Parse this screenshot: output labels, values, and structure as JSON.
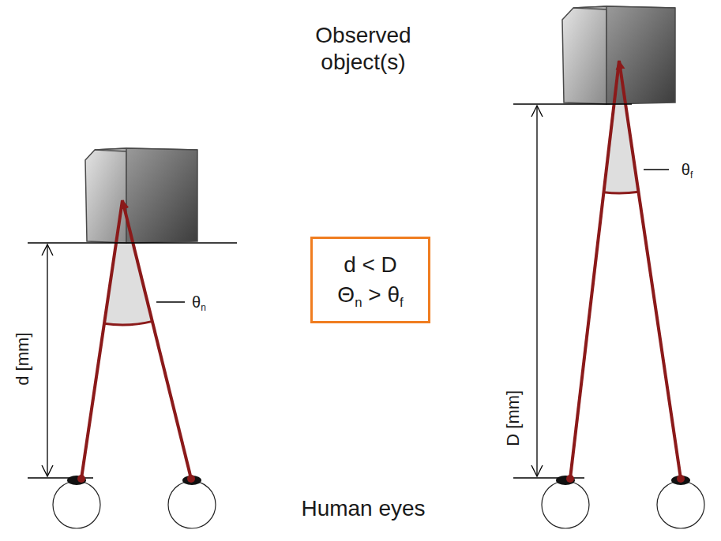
{
  "diagram": {
    "nodes": [
      {
        "text": [
          "d < D",
          "Θn > θf"
        ]
      }
    ],
    "labels": [
      "Observed object(s)",
      "θn",
      "d [mm]",
      "θf",
      "D [mm]",
      "Human eyes"
    ]
  }
}
